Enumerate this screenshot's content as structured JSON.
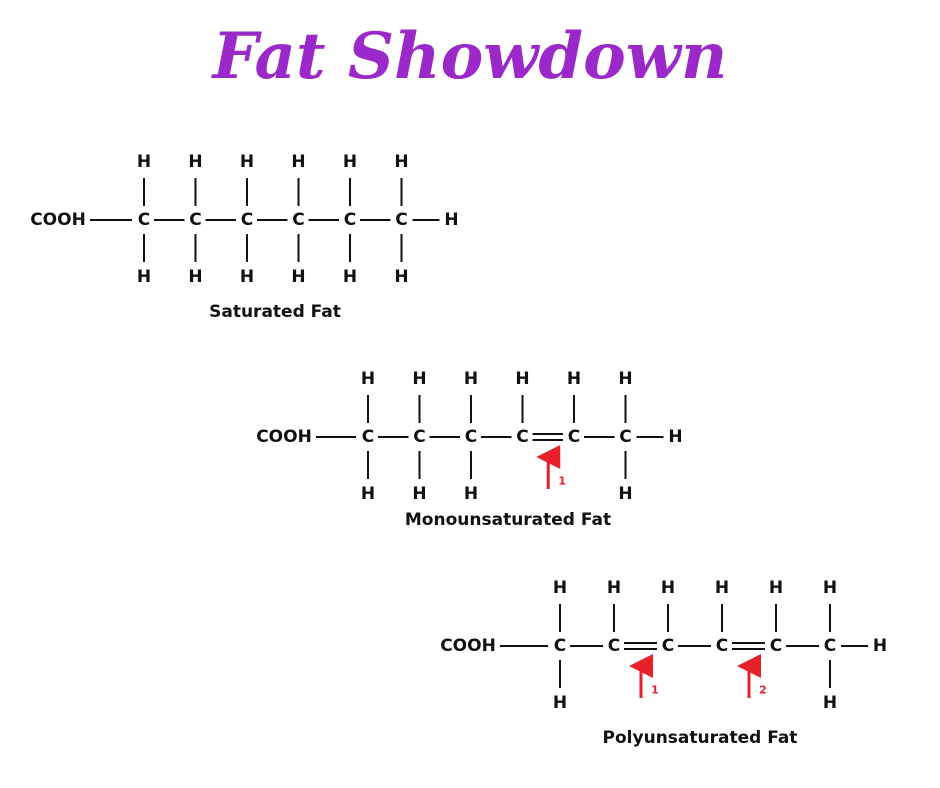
{
  "title": "Fat Showdown",
  "colors": {
    "title": "#9b28c9",
    "arrow": "#e8202a",
    "ink": "#111111"
  },
  "molecules": [
    {
      "id": "saturated",
      "caption": "Saturated Fat",
      "group": "COOH",
      "terminal": "H",
      "top_h": [
        true,
        true,
        true,
        true,
        true,
        true
      ],
      "bottom_h": [
        true,
        true,
        true,
        true,
        true,
        true
      ],
      "double_after": [],
      "arrow_labels": []
    },
    {
      "id": "monounsaturated",
      "caption": "Monounsaturated Fat",
      "group": "COOH",
      "terminal": "H",
      "top_h": [
        true,
        true,
        true,
        true,
        true,
        true
      ],
      "bottom_h": [
        true,
        true,
        true,
        false,
        false,
        true
      ],
      "double_after": [
        3
      ],
      "arrow_labels": [
        "1"
      ]
    },
    {
      "id": "polyunsaturated",
      "caption": "Polyunsaturated Fat",
      "group": "COOH",
      "terminal": "H",
      "top_h": [
        true,
        true,
        true,
        true,
        true,
        true
      ],
      "bottom_h": [
        true,
        false,
        false,
        false,
        false,
        true
      ],
      "double_after": [
        1,
        3
      ],
      "arrow_labels": [
        "1",
        "2"
      ]
    }
  ],
  "atom_labels": {
    "carbon": "C",
    "hydrogen": "H"
  }
}
